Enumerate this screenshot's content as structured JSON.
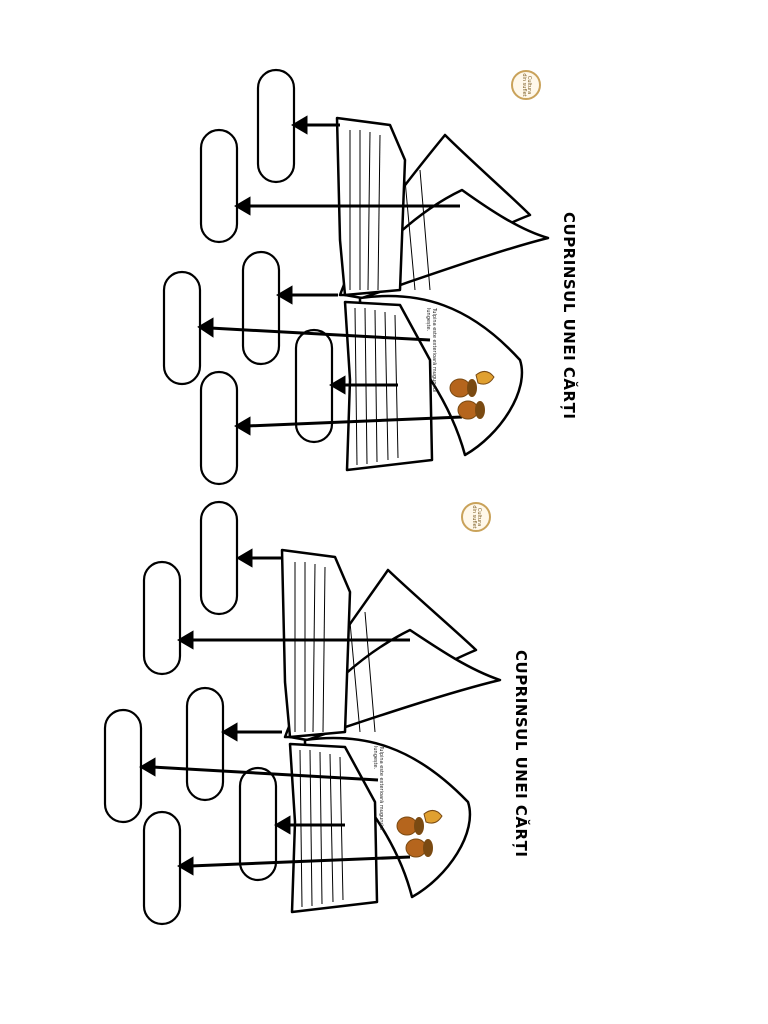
{
  "sheets": [
    {
      "title": "CUPRINSUL UNEI CĂRȚI",
      "note": "Tulpina este exterioară mugurului lungește.",
      "logo_text": "Cultura din suflet"
    },
    {
      "title": "CUPRINSUL UNEI CĂRȚI",
      "note": "Tulpina este exterioară mugurului lungește.",
      "logo_text": "Cultura din suflet"
    }
  ],
  "colors": {
    "ink": "#000000",
    "acorn": "#b5651d",
    "acorn_cap": "#7a4a12",
    "leaf": "#e0a030",
    "logo_ring": "#c9a25a"
  },
  "icons": [
    "open-book-icon",
    "acorn-icon",
    "logo-badge-icon",
    "arrow-left-icon"
  ]
}
